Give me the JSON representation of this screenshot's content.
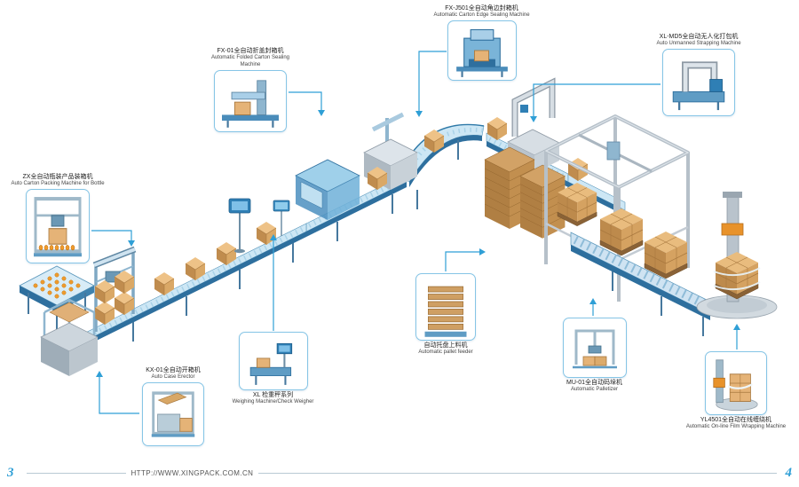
{
  "footer": {
    "page_left": "3",
    "page_right": "4",
    "url": "HTTP://WWW.XINGPACK.COM.CN"
  },
  "callouts": [
    {
      "id": "carton-edge-sealing-machine",
      "label_cn": "FX-J501全自动角边封箱机",
      "label_en": "Automatic Carton Edge Sealing Machine"
    },
    {
      "id": "folded-carton-sealing-machine",
      "label_cn": "FX-01全自动折盖封箱机",
      "label_en": "Automatic Folded Carton Sealing Machine"
    },
    {
      "id": "unmanned-strapping-machine",
      "label_cn": "XL-MD5全自动无人化打包机",
      "label_en": "Auto Unmanned Strapping Machine"
    },
    {
      "id": "carton-packing-machine-for-bottle",
      "label_cn": "ZX全自动瓶装产品装箱机",
      "label_en": "Auto Carton Packing Machine for Bottle"
    },
    {
      "id": "auto-case-erector",
      "label_cn": "KX-01全自动开箱机",
      "label_en": "Auto Case Erector"
    },
    {
      "id": "check-weigher",
      "label_cn": "XL 检重秤系列",
      "label_en": "Weighing Machine/Check Weigher"
    },
    {
      "id": "automatic-pallet-feeder",
      "label_cn": "自动托盘上料机",
      "label_en": "Automatic pallet feeder"
    },
    {
      "id": "automatic-palletizer",
      "label_cn": "MU-01全自动码垛机",
      "label_en": "Automatic Palletizer"
    },
    {
      "id": "film-wrapping-machine",
      "label_cn": "YL4501全自动在线缠绕机",
      "label_en": "Automatic On-line Film Wrapping Machine"
    }
  ],
  "colors": {
    "callout_border": "#86c5e6",
    "connector_line": "#2f9fd6",
    "conveyor_dark": "#2e6f9e",
    "conveyor_light": "#cde7f5",
    "carton": "#e0b077",
    "bottle_orange": "#ef9b2d",
    "page_number": "#2f9fd6",
    "footer_rule": "#b9c9d4"
  }
}
